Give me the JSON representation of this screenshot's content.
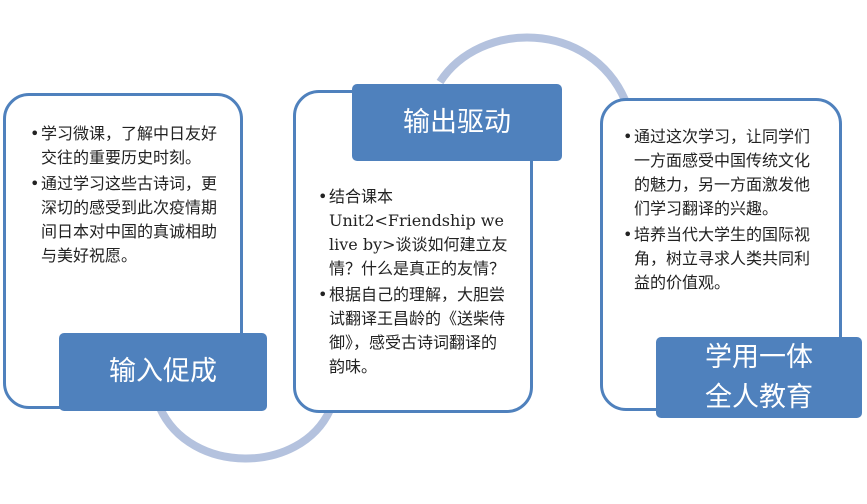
{
  "steps": [
    {
      "title": "输入促成",
      "bullets": [
        "学习微课，了解中日友好交往的重要历史时刻。",
        "通过学习这些古诗词，更深切的感受到此次疫情期间日本对中国的真诚相助与美好祝愿。"
      ]
    },
    {
      "title": "输出驱动",
      "bullets": [
        "结合课本Unit2<Friendship we live by>谈谈如何建立友情？什么是真正的友情？",
        "根据自己的理解，大胆尝试翻译王昌龄的《送柴侍御》，感受古诗词翻译的韵味。"
      ]
    },
    {
      "title_lines": [
        "学用一体",
        "全人教育"
      ],
      "bullets": [
        "通过这次学习，让同学们一方面感受中国传统文化的魅力，另一方面激发他们学习翻译的兴趣。",
        "培养当代大学生的国际视角，树立寻求人类共同利益的价值观。"
      ]
    }
  ],
  "colors": {
    "accent": "#4f81bd",
    "connector": "#b4c2de"
  }
}
